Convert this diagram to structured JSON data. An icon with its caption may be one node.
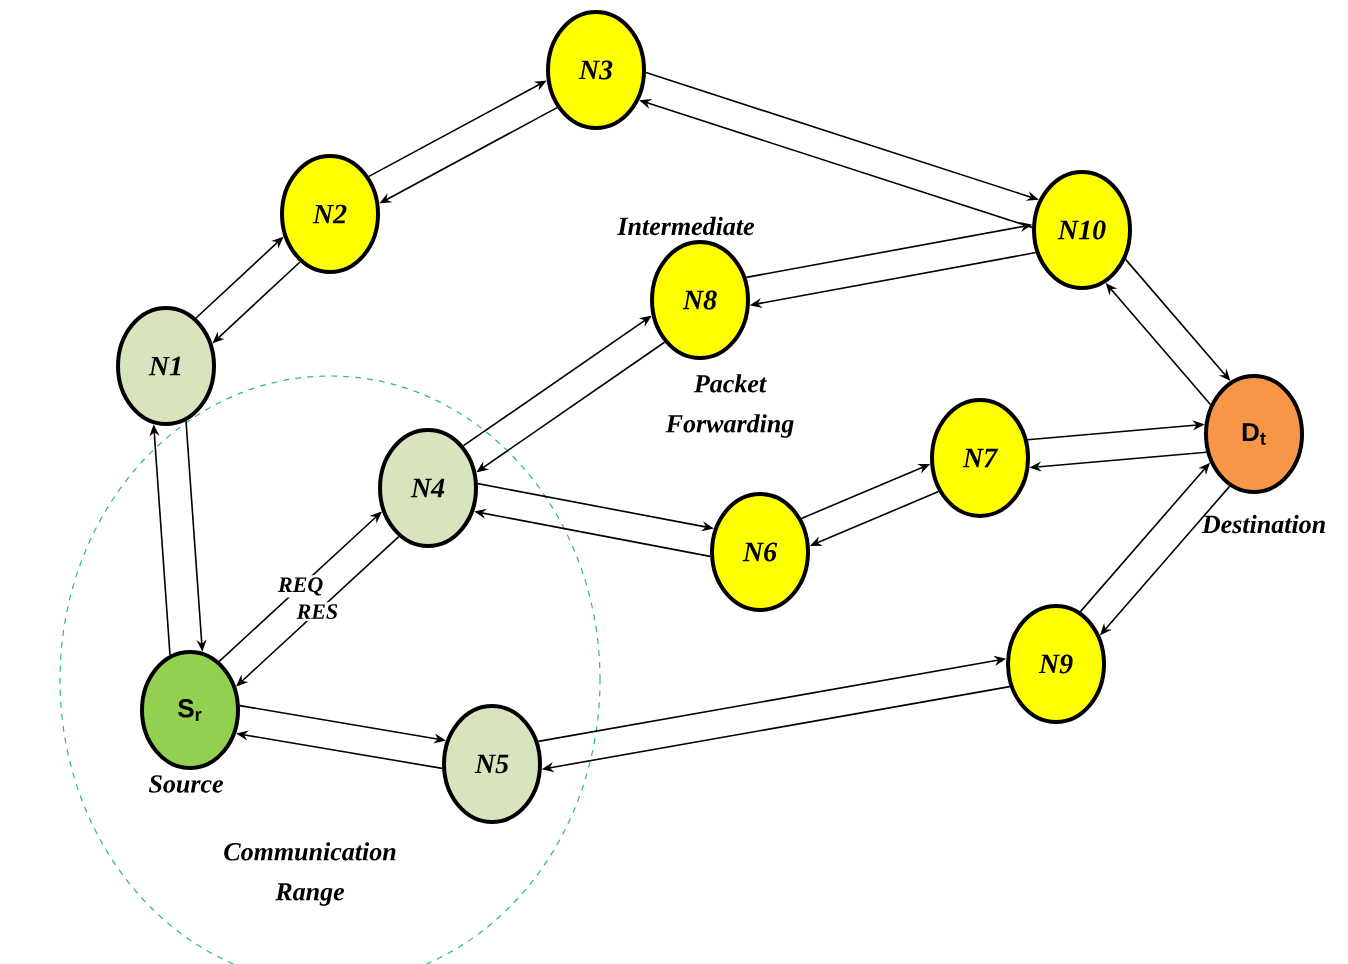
{
  "diagram": {
    "nodes": [
      {
        "text": [
          "S$_{r}$"
        ],
        "beside": [
          "Source"
        ]
      },
      {
        "text": [
          "N1"
        ]
      },
      {
        "text": [
          "N2"
        ]
      },
      {
        "text": [
          "N3"
        ]
      },
      {
        "text": [
          "N4"
        ]
      },
      {
        "text": [
          "N5"
        ]
      },
      {
        "text": [
          "N6"
        ]
      },
      {
        "text": [
          "N7"
        ]
      },
      {
        "text": [
          "N8"
        ],
        "beside": [
          "Intermediate"
        ]
      },
      {
        "text": [
          "N9"
        ]
      },
      {
        "text": [
          "N10"
        ]
      },
      {
        "text": [
          "D$_{t}$"
        ],
        "beside": [
          "Destination"
        ]
      }
    ],
    "edges": [
      {
        "from": 0,
        "to": 1,
        "arrow": "to"
      },
      {
        "from": 1,
        "to": 0,
        "arrow": "to"
      },
      {
        "from": 1,
        "to": 2,
        "arrow": "to"
      },
      {
        "from": 2,
        "to": 1,
        "arrow": "to"
      },
      {
        "from": 2,
        "to": 3,
        "arrow": "to"
      },
      {
        "from": 3,
        "to": 2,
        "arrow": "to"
      },
      {
        "from": 3,
        "to": 10,
        "arrow": "to"
      },
      {
        "from": 10,
        "to": 3,
        "arrow": "to"
      },
      {
        "from": 0,
        "to": 4,
        "arrow": "to",
        "label": "REQ"
      },
      {
        "from": 4,
        "to": 0,
        "arrow": "to",
        "label": "RES"
      },
      {
        "from": 4,
        "to": 8,
        "arrow": "to"
      },
      {
        "from": 8,
        "to": 4,
        "arrow": "to"
      },
      {
        "from": 8,
        "to": 10,
        "arrow": "to"
      },
      {
        "from": 10,
        "to": 8,
        "arrow": "to"
      },
      {
        "from": 10,
        "to": 11,
        "arrow": "to"
      },
      {
        "from": 11,
        "to": 10,
        "arrow": "to"
      },
      {
        "from": 4,
        "to": 6,
        "arrow": "to"
      },
      {
        "from": 6,
        "to": 4,
        "arrow": "to"
      },
      {
        "from": 6,
        "to": 7,
        "arrow": "to"
      },
      {
        "from": 7,
        "to": 6,
        "arrow": "to"
      },
      {
        "from": 7,
        "to": 11,
        "arrow": "to"
      },
      {
        "from": 11,
        "to": 7,
        "arrow": "to"
      },
      {
        "from": 9,
        "to": 11,
        "arrow": "to"
      },
      {
        "from": 11,
        "to": 9,
        "arrow": "to"
      },
      {
        "from": 0,
        "to": 5,
        "arrow": "to"
      },
      {
        "from": 5,
        "to": 0,
        "arrow": "to"
      },
      {
        "from": 5,
        "to": 9,
        "arrow": "to"
      },
      {
        "from": 9,
        "to": 5,
        "arrow": "to"
      }
    ],
    "labels": [
      "Packet Forwarding",
      "Communication Range"
    ]
  }
}
